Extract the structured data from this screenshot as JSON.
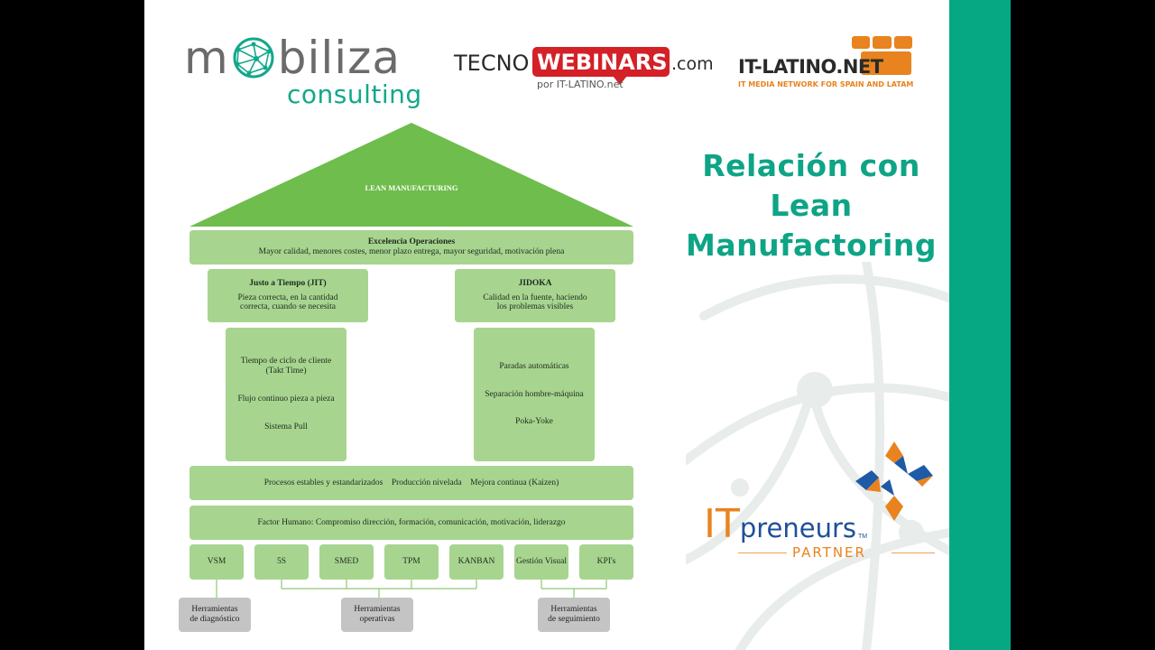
{
  "logos": {
    "mobiliza": {
      "part1": "m",
      "part2": "biliza",
      "sub": "consulting"
    },
    "tecnowebinars": {
      "tecno": "TECNO",
      "webinars": "WEBINARS",
      "com": ".com",
      "by": "por IT-LATINO.net"
    },
    "itlatino": {
      "name": "IT-LATINO.NET",
      "tagline": "IT MEDIA NETWORK FOR SPAIN AND LATAM"
    },
    "itpreneurs": {
      "it": "IT",
      "preneurs": "preneurs",
      "tm": "TM",
      "partner": "PARTNER"
    }
  },
  "title": {
    "line1": "Relación con",
    "line2": "Lean",
    "line3": "Manufactoring"
  },
  "diagram": {
    "roof": "LEAN MANUFACTURING",
    "excellence": {
      "title": "Excelencia Operaciones",
      "text": "Mayor calidad, menores costes, menor plazo entrega, mayor seguridad, motivación plena"
    },
    "jit": {
      "title": "Justo a Tiempo (JIT)",
      "line1": "Pieza correcta, en la cantidad",
      "line2": "correcta, cuando se necesita"
    },
    "jidoka": {
      "title": "JIDOKA",
      "line1": "Calidad en la fuente, haciendo",
      "line2": "los problemas visibles"
    },
    "left_pillar": {
      "item1a": "Tiempo de ciclo de cliente",
      "item1b": "(Takt Time)",
      "item2": "Flujo continuo pieza a pieza",
      "item3": "Sistema Pull"
    },
    "right_pillar": {
      "item1": "Paradas automáticas",
      "item2": "Separación hombre-máquina",
      "item3": "Poka-Yoke"
    },
    "foundation1": "Procesos estables y estandarizados    Producción nivelada    Mejora continua (Kaizen)",
    "foundation2": "Factor Humano: Compromiso dirección, formación, comunicación, motivación, liderazgo",
    "tools": [
      "VSM",
      "5S",
      "SMED",
      "TPM",
      "KANBAN",
      "Gestión Visual",
      "KPI's"
    ],
    "tool_groups": {
      "diag": {
        "line1": "Herramientas",
        "line2": "de diagnóstico"
      },
      "oper": {
        "line1": "Herramientas",
        "line2": "operativas"
      },
      "seg": {
        "line1": "Herramientas",
        "line2": "de seguimiento"
      }
    }
  },
  "colors": {
    "brand_green": "#05a883",
    "diagram_green": "#6fbd4c",
    "box_green": "#a7d58f",
    "teal_text": "#0ea486",
    "orange": "#e8831f",
    "red": "#d42027"
  }
}
